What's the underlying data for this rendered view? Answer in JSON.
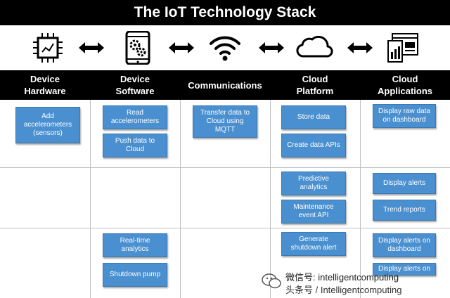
{
  "title": "The IoT Technology Stack",
  "icons": {
    "col1": "chip-icon",
    "col2": "tablet-gears-icon",
    "col3": "wifi-icon",
    "col4": "cloud-icon",
    "col5": "dashboard-icon",
    "arrows": "double-arrow-icon"
  },
  "columns": [
    {
      "label": "Device\nHardware"
    },
    {
      "label": "Device\nSoftware"
    },
    {
      "label": "Communications"
    },
    {
      "label": "Cloud\nPlatform"
    },
    {
      "label": "Cloud\nApplications"
    }
  ],
  "notes": {
    "add_accelerometers": "Add accelerometers (sensors)",
    "read_accelerometers": "Read accelerometers",
    "push_data": "Push data to Cloud",
    "transfer_data": "Transfer data to Cloud using MQTT",
    "store_data": "Store data",
    "create_apis": "Create data APIs",
    "display_raw": "Display raw data on dashboard",
    "predictive": "Predictive analytics",
    "maintenance_api": "Maintenance event API",
    "display_alerts": "Display alerts",
    "trend_reports": "Trend reports",
    "realtime": "Real-time analytics",
    "shutdown_pump": "Shutdown pump",
    "generate_alert": "Generate shutdown alert",
    "display_alerts_dashboard": "Display alerts on dashboard",
    "display_alerts_on": "Display alerts on"
  },
  "watermark": {
    "line1": "微信号: intelligentcomputing",
    "line2": "头条号 / Intelligentcomputing"
  },
  "colors": {
    "note_fill": "#4a8fcf",
    "header_bg": "#000000"
  }
}
